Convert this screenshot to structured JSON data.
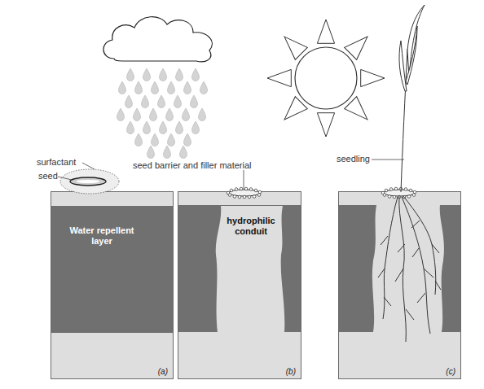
{
  "diagram": {
    "nodes": [
      {
        "text": [
          "(a)"
        ]
      },
      {
        "text": [
          "Water repellent layer"
        ],
        "in": 0
      },
      {
        "text": [
          "(b)"
        ]
      },
      {
        "text": [
          "hydrophilic conduit"
        ],
        "in": 2
      },
      {
        "text": [
          "(c)"
        ]
      }
    ],
    "labels": [
      "surfactant",
      "seed",
      "seed barrier and filler material",
      "seedling"
    ]
  }
}
